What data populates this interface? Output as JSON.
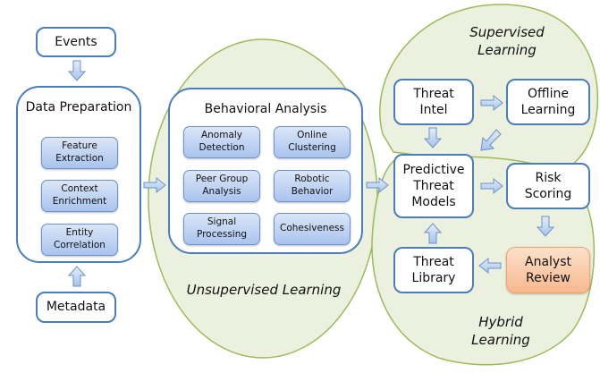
{
  "regions": {
    "unsupervised": "Unsupervised Learning",
    "supervised": "Supervised Learning",
    "hybrid": "Hybrid Learning"
  },
  "inputs": {
    "events": "Events",
    "metadata": "Metadata"
  },
  "data_preparation": {
    "title": "Data Preparation",
    "items": [
      "Feature Extraction",
      "Context Enrichment",
      "Entity Correlation"
    ]
  },
  "behavioral_analysis": {
    "title": "Behavioral Analysis",
    "items": [
      "Anomaly Detection",
      "Online Clustering",
      "Peer Group Analysis",
      "Robotic Behavior",
      "Signal Processing",
      "Cohesiveness"
    ]
  },
  "nodes": {
    "threat_intel": "Threat Intel",
    "offline_learning": "Offline Learning",
    "predictive_models": "Predictive Threat Models",
    "risk_scoring": "Risk Scoring",
    "threat_library": "Threat Library",
    "analyst_review": "Analyst Review"
  },
  "colors": {
    "region_fill": "#ebf1de",
    "region_stroke": "#9bbb59",
    "box_border": "#4a7ebb",
    "chip_fill": "#b9d0f2",
    "highlight_fill": "#fbc8a3",
    "arrow_fill": "#c6d9f5"
  }
}
